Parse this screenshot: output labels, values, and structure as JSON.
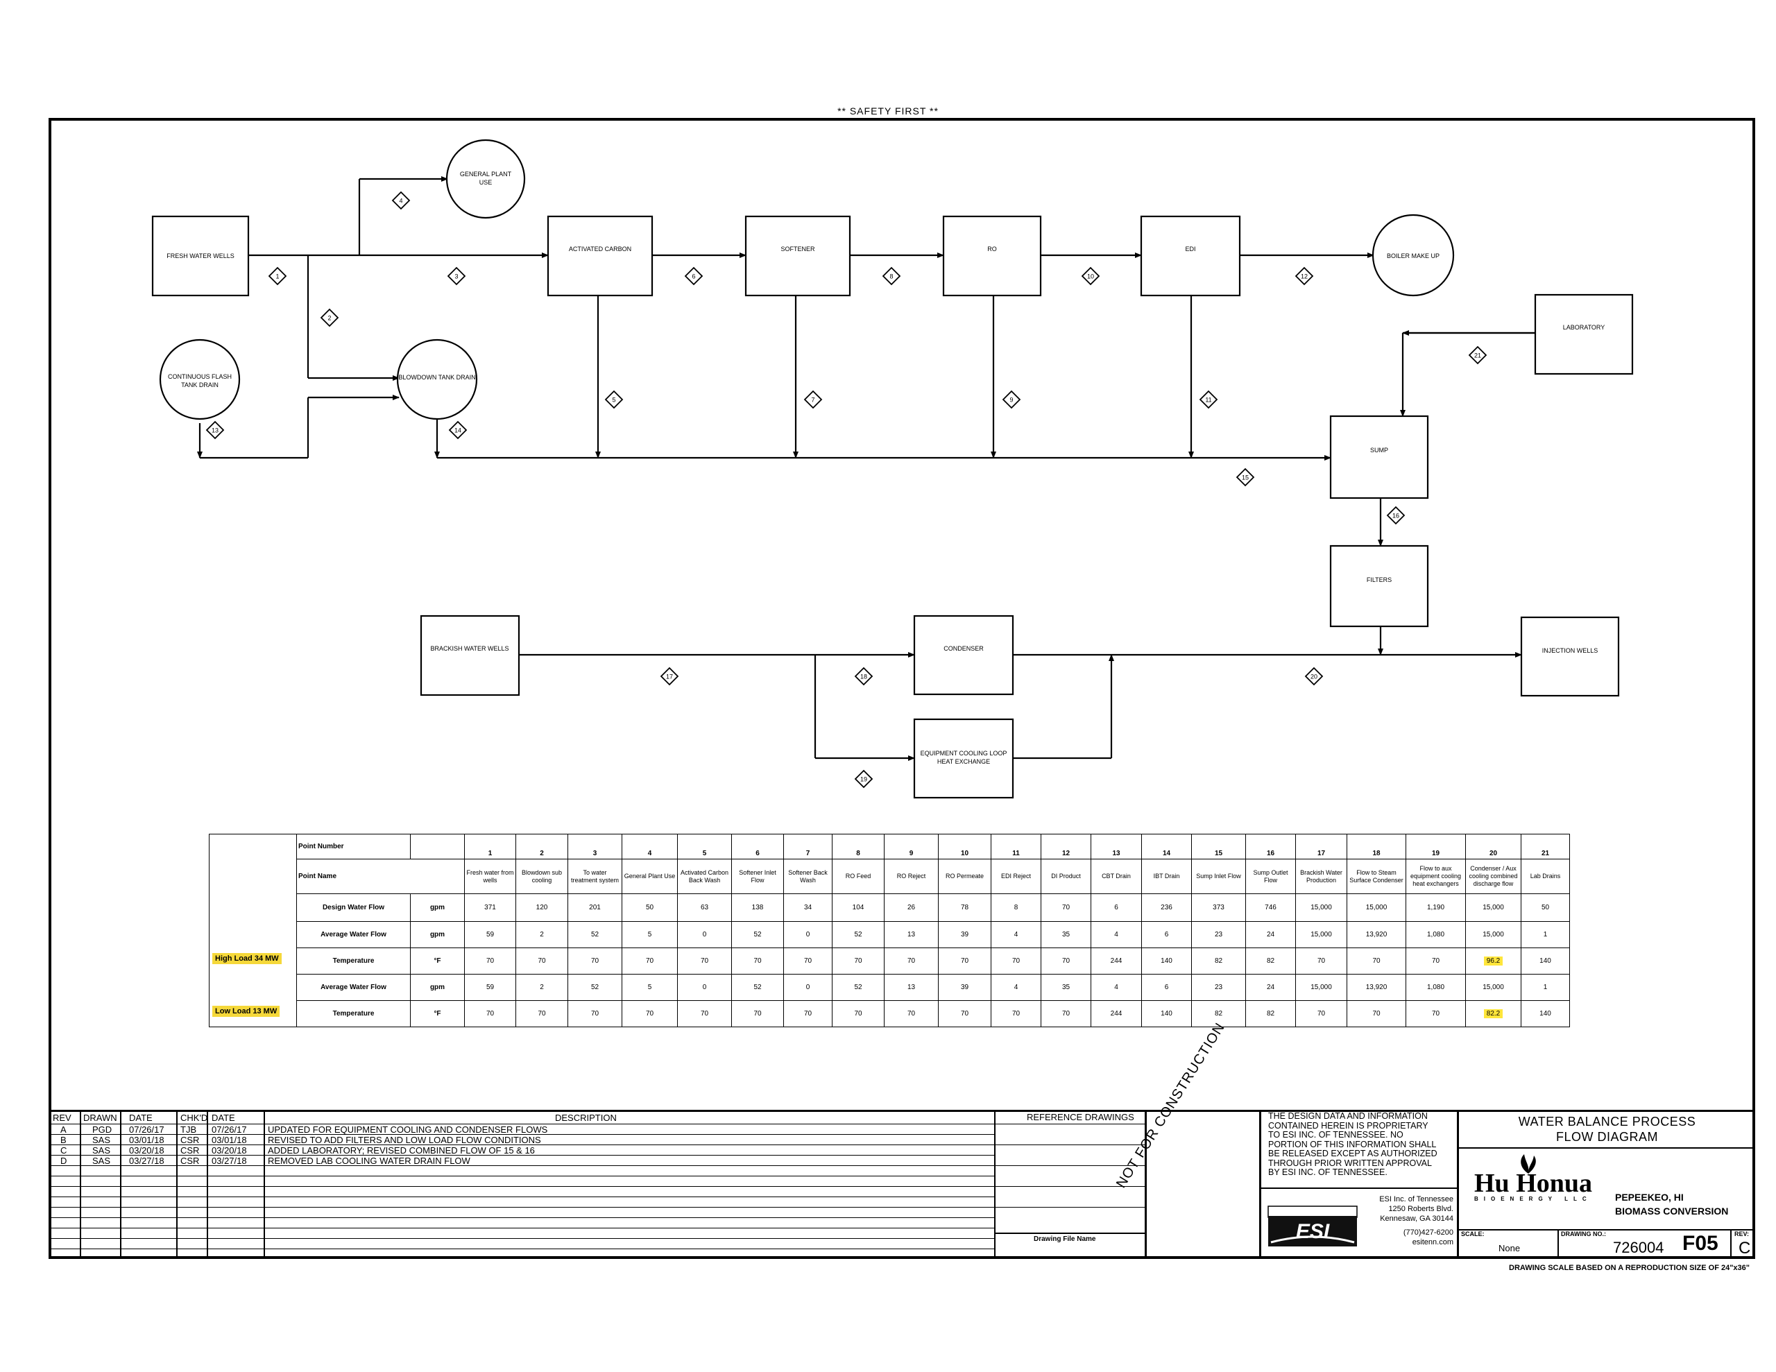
{
  "header": {
    "safety": "**   SAFETY FIRST   **"
  },
  "diagram": {
    "blocks": {
      "fresh_water_wells": "FRESH WATER WELLS",
      "activated_carbon": "ACTIVATED CARBON",
      "softener": "SOFTENER",
      "ro": "RO",
      "edi": "EDI",
      "laboratory": "LABORATORY",
      "sump": "SUMP",
      "filters": "FILTERS",
      "brackish_water_wells": "BRACKISH WATER WELLS",
      "condenser": "CONDENSER",
      "injection_wells": "INJECTION WELLS",
      "equipment_cooling_1": "EQUIPMENT COOLING LOOP",
      "equipment_cooling_2": "HEAT EXCHANGE"
    },
    "circles": {
      "general_plant_1": "GENERAL PLANT",
      "general_plant_2": "USE",
      "boiler_make_up": "BOILER MAKE UP",
      "continuous_flash_1": "CONTINUOUS FLASH",
      "continuous_flash_2": "TANK DRAIN",
      "blowdown_tank_drain": "BLOWDOWN TANK DRAIN"
    },
    "tags": [
      "1",
      "2",
      "3",
      "4",
      "5",
      "6",
      "7",
      "8",
      "9",
      "10",
      "11",
      "12",
      "13",
      "14",
      "15",
      "16",
      "17",
      "18",
      "19",
      "20",
      "21"
    ]
  },
  "table": {
    "point_number_label": "Point Number",
    "point_name_label": "Point Name",
    "high_load_label": "High Load 34 MW",
    "low_load_label": "Low Load 13 MW",
    "point_numbers": [
      "1",
      "2",
      "3",
      "4",
      "5",
      "6",
      "7",
      "8",
      "9",
      "10",
      "11",
      "12",
      "13",
      "14",
      "15",
      "16",
      "17",
      "18",
      "19",
      "20",
      "21"
    ],
    "point_names": [
      "Fresh water from wells",
      "Blowdown sub cooling",
      "To water treatment system",
      "General Plant Use",
      "Activated Carbon Back Wash",
      "Softener Inlet Flow",
      "Softener Back Wash",
      "RO Feed",
      "RO Reject",
      "RO Permeate",
      "EDI Reject",
      "DI Product",
      "CBT Drain",
      "IBT Drain",
      "Sump Inlet Flow",
      "Sump Outlet Flow",
      "Brackish Water Production",
      "Flow to Steam Surface Condenser",
      "Flow to aux equipment cooling heat exchangers",
      "Condenser / Aux cooling combined discharge flow",
      "Lab Drains"
    ],
    "rows": [
      {
        "label": "Design Water Flow",
        "unit": "gpm",
        "values": [
          "371",
          "120",
          "201",
          "50",
          "63",
          "138",
          "34",
          "104",
          "26",
          "78",
          "8",
          "70",
          "6",
          "236",
          "373",
          "746",
          "15,000",
          "15,000",
          "1,190",
          "15,000",
          "50"
        ]
      },
      {
        "label": "Average Water Flow",
        "unit": "gpm",
        "values": [
          "59",
          "2",
          "52",
          "5",
          "0",
          "52",
          "0",
          "52",
          "13",
          "39",
          "4",
          "35",
          "4",
          "6",
          "23",
          "24",
          "15,000",
          "13,920",
          "1,080",
          "15,000",
          "1"
        ]
      },
      {
        "label": "Temperature",
        "unit": "°F",
        "values": [
          "70",
          "70",
          "70",
          "70",
          "70",
          "70",
          "70",
          "70",
          "70",
          "70",
          "70",
          "70",
          "244",
          "140",
          "82",
          "82",
          "70",
          "70",
          "70",
          "96.2",
          "140"
        ]
      },
      {
        "label": "Average Water Flow",
        "unit": "gpm",
        "values": [
          "59",
          "2",
          "52",
          "5",
          "0",
          "52",
          "0",
          "52",
          "13",
          "39",
          "4",
          "35",
          "4",
          "6",
          "23",
          "24",
          "15,000",
          "13,920",
          "1,080",
          "15,000",
          "1"
        ]
      },
      {
        "label": "Temperature",
        "unit": "°F",
        "values": [
          "70",
          "70",
          "70",
          "70",
          "70",
          "70",
          "70",
          "70",
          "70",
          "70",
          "70",
          "70",
          "244",
          "140",
          "82",
          "82",
          "70",
          "70",
          "70",
          "82.2",
          "140"
        ]
      }
    ],
    "highlight_color": "#ffe63b"
  },
  "titleblock": {
    "rev_headers": [
      "REV",
      "DRAWN",
      "DATE",
      "CHK'D",
      "DATE",
      "DESCRIPTION"
    ],
    "revisions": [
      [
        "A",
        "PGD",
        "07/26/17",
        "TJB",
        "07/26/17",
        "UPDATED FOR EQUIPMENT COOLING AND CONDENSER FLOWS"
      ],
      [
        "B",
        "SAS",
        "03/01/18",
        "CSR",
        "03/01/18",
        "REVISED TO ADD FILTERS AND LOW LOAD FLOW CONDITIONS"
      ],
      [
        "C",
        "SAS",
        "03/20/18",
        "CSR",
        "03/20/18",
        "ADDED LABORATORY; REVISED COMBINED FLOW OF 15 & 16"
      ],
      [
        "D",
        "SAS",
        "03/27/18",
        "CSR",
        "03/27/18",
        "REMOVED LAB COOLING WATER DRAIN FLOW"
      ]
    ],
    "reference_drawings": "REFERENCE DRAWINGS",
    "drawing_file_name": "Drawing File Name",
    "not_for_construction": "NOT FOR CONSTRUCTION",
    "proprietary": [
      "THE DESIGN DATA AND INFORMATION",
      "CONTAINED HEREIN IS PROPRIETARY",
      "TO ESI INC. OF TENNESSEE.  NO",
      "PORTION OF THIS INFORMATION SHALL",
      "BE RELEASED EXCEPT AS AUTHORIZED",
      "THROUGH PRIOR WRITTEN APPROVAL",
      "BY ESI INC. OF TENNESSEE."
    ],
    "esi_address": [
      "ESI Inc. of Tennessee",
      "1250 Roberts Blvd.",
      "Kennesaw, GA 30144",
      "(770)427-6200",
      "esitenn.com"
    ],
    "esi_logo_text": "ESI",
    "title_line1": "WATER BALANCE PROCESS",
    "title_line2": "FLOW DIAGRAM",
    "client_logo": "Hu Honua",
    "client_sub": "BIOENERGY LLC",
    "location": "PEPEEKEO, HI",
    "project": "BIOMASS CONVERSION",
    "scale_label": "SCALE:",
    "scale_value": "None",
    "drawing_no_label": "DRAWING NO.:",
    "drawing_no": "726004",
    "drawing_suffix": "F05",
    "rev_label": "REV:",
    "rev_value": "C",
    "sheet_note": "DRAWING SCALE BASED ON A REPRODUCTION SIZE OF 24\"x36\""
  }
}
